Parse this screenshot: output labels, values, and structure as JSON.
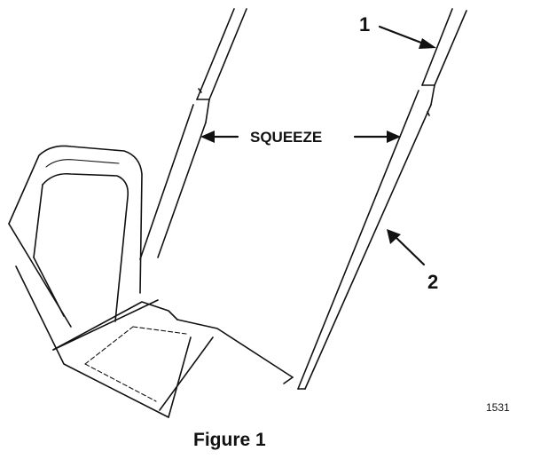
{
  "figure": {
    "action_label": "SQUEEZE",
    "callouts": [
      "1",
      "2"
    ],
    "reference_number": "1531",
    "caption": "Figure 1"
  }
}
